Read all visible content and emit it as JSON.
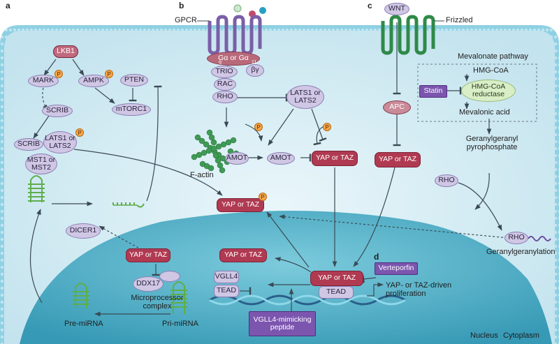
{
  "panels": {
    "a": "a",
    "b": "b",
    "c": "c",
    "d": "d"
  },
  "compartments": {
    "nucleus": "Nucleus",
    "cytoplasm": "Cytoplasm"
  },
  "phospho": "P",
  "panel_a": {
    "lkb1": "LKB1",
    "mark": "MARK",
    "ampk": "AMPK",
    "pten": "PTEN",
    "mtorc1": "mTORC1",
    "scrib_top": "SCRIB",
    "scrib_left": "SCRIB",
    "lats_l1": "LATS1 or",
    "lats_l2": "LATS2",
    "mst_l1": "MST1 or",
    "mst_l2": "MST2",
    "dicer1": "DICER1",
    "yap_taz": "YAP or TAZ",
    "ddx17": "DDX17",
    "microprocessor_l1": "Microprocessor",
    "microprocessor_l2": "complex",
    "pre_mirna": "Pre-miRNA",
    "pri_mirna": "Pri-miRNA"
  },
  "panel_b": {
    "gpcr": "GPCR",
    "galpha": "Gα or Gα",
    "galpha_sub1": "q",
    "galpha_sub2": "11",
    "bgamma": "βγ",
    "trio": "TRIO",
    "rac": "RAC",
    "rho": "RHO",
    "lats_l1": "LATS1 or",
    "lats_l2": "LATS2",
    "amot_bound": "AMOT",
    "amot_free": "AMOT",
    "factin": "F-actin",
    "yap_taz": "YAP or TAZ",
    "yap_taz_phos": "YAP or TAZ"
  },
  "panel_c": {
    "wnt": "WNT",
    "frizzled": "Frizzled",
    "apc": "APC",
    "yap_taz": "YAP or TAZ",
    "mevalonate": "Mevalonate pathway",
    "hmgcoa": "HMG-CoA",
    "statin": "Statin",
    "reductase_l1": "HMG-CoA",
    "reductase_l2": "reductase",
    "mevalonic": "Mevalonic acid",
    "ggpp_l1": "Geranylgeranyl",
    "ggpp_l2": "pyrophosphate",
    "rho": "RHO",
    "rho_gg": "RHO",
    "gg_label": "Geranylgeranylation"
  },
  "panel_d": {
    "yap_taz_free": "YAP or TAZ",
    "vgll4": "VGLL4",
    "tead_left": "TEAD",
    "yap_taz_bound": "YAP or TAZ",
    "tead_right": "TEAD",
    "verteporfin": "Verteporfin",
    "prolif_l1": "YAP- or TAZ-driven",
    "prolif_l2": "proliferation",
    "peptide_l1": "VGLL4-mimicking",
    "peptide_l2": "peptide"
  },
  "colors": {
    "cytoplasm_bg": "#d6eef5",
    "nucleus_bg": "#4aaec7",
    "yap_taz": "#b03a52",
    "drug": "#7b55ae",
    "gpcr": "#7a5fa7",
    "frizzled": "#2f8a48",
    "factin": "#3f9a55",
    "mirna": "#5fae4a"
  }
}
